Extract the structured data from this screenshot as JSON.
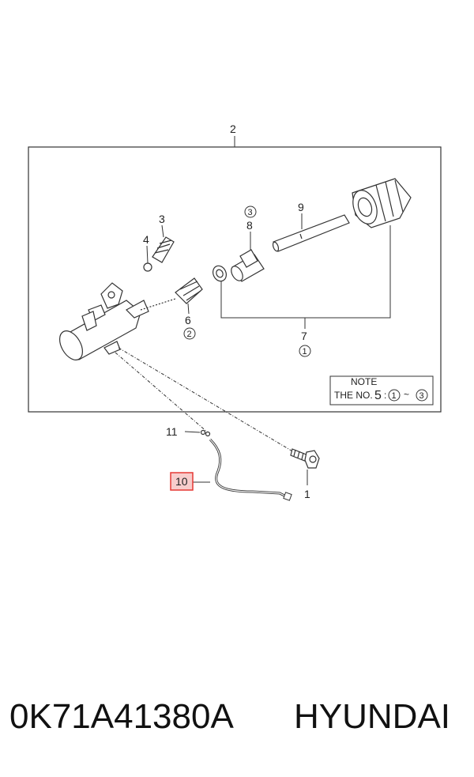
{
  "diagram": {
    "callouts": {
      "c1": "1",
      "c2": "2",
      "c3": "3",
      "c4": "4",
      "c6": "6",
      "c7": "7",
      "c8": "8",
      "c9": "9",
      "c10": "10",
      "c11": "11"
    },
    "circled": {
      "c6_sub": "2",
      "c7_sub": "1",
      "c8_sub": "3"
    },
    "note": {
      "title": "NOTE",
      "prefix": "THE NO.",
      "number": "5",
      "sep": ":",
      "from": "1",
      "tilde": "~",
      "to": "3"
    },
    "highlight_color": "#e53935"
  },
  "footer": {
    "part_number": "0K71A41380A",
    "brand": "HYUNDAI"
  }
}
